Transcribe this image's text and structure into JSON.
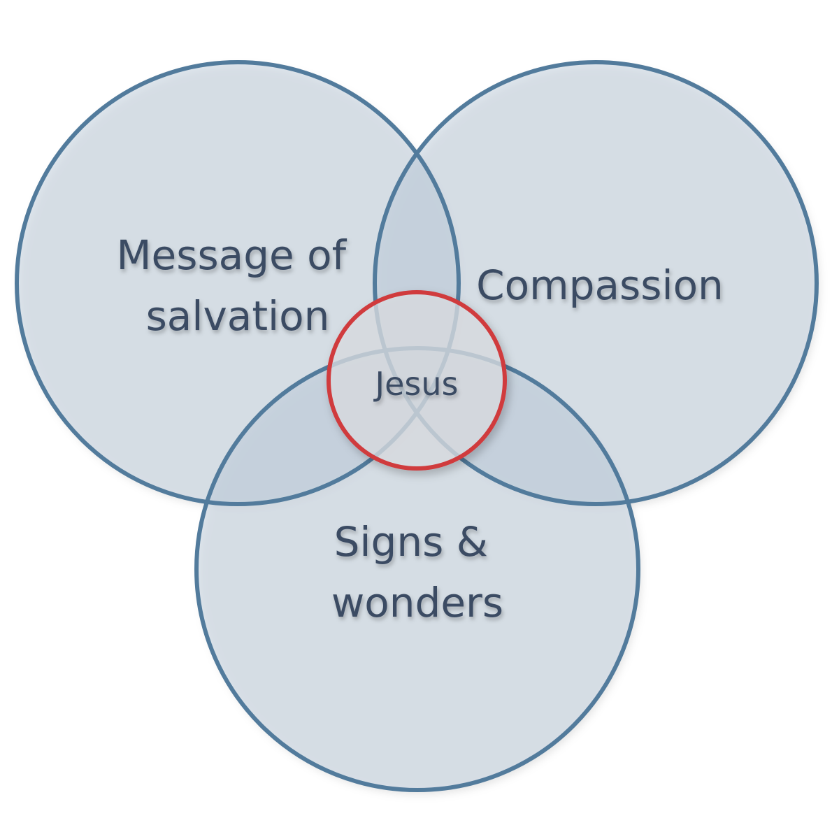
{
  "diagram": {
    "type": "venn",
    "sets": [
      {
        "id": "message",
        "lines": [
          "Message of",
          "salvation"
        ]
      },
      {
        "id": "compassion",
        "lines": [
          "Compassion"
        ]
      },
      {
        "id": "signs",
        "lines": [
          "Signs &",
          "wonders"
        ]
      }
    ],
    "center": {
      "label": "Jesus"
    },
    "colors": {
      "circle_stroke": "#527b9c",
      "circle_fill": "#b8c7d6",
      "center_stroke": "#d03a3e",
      "center_fill": "#dcdfe3",
      "text": "#3b4b63"
    }
  }
}
